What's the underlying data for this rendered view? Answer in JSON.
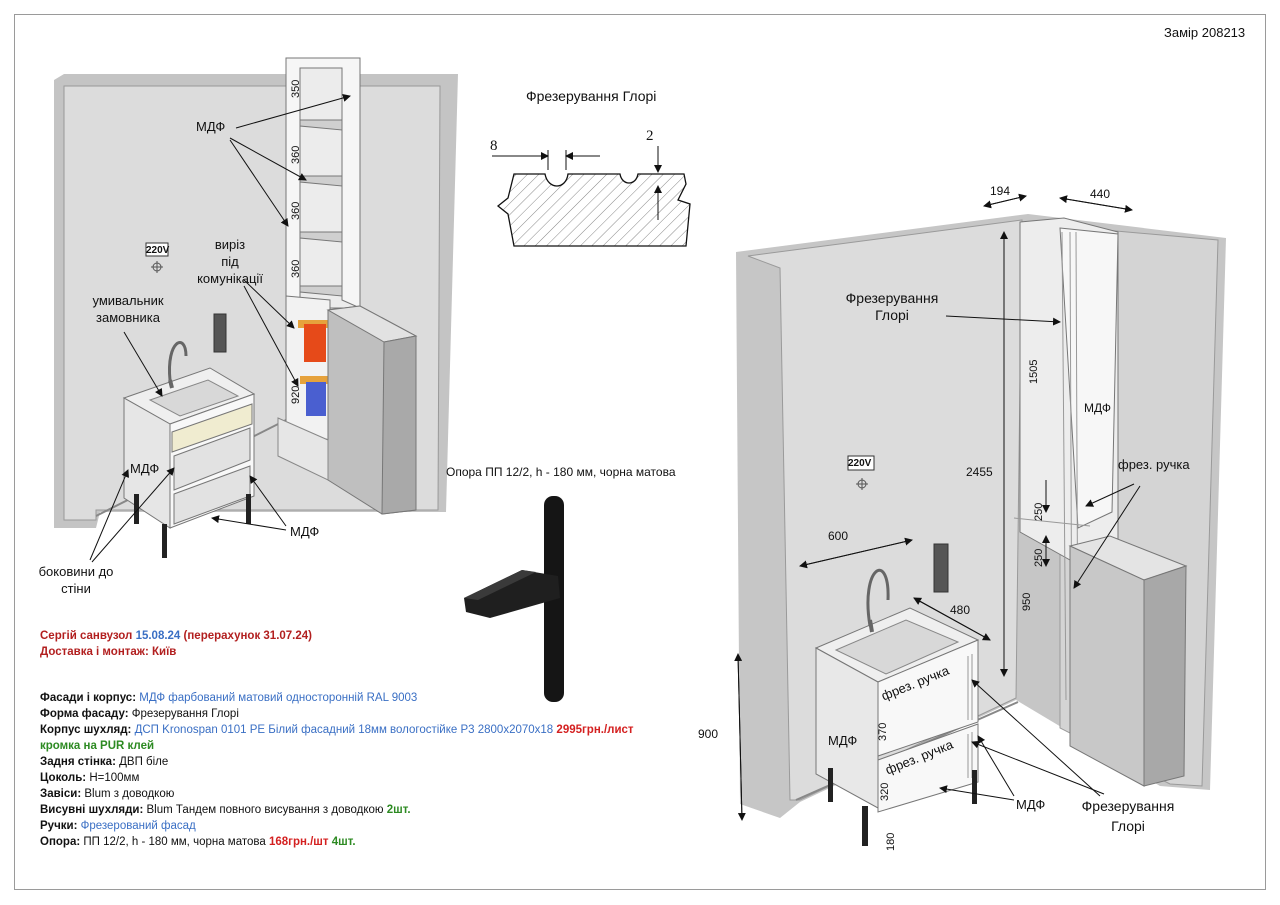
{
  "header": {
    "measure_id": "Замір 208213"
  },
  "left_scene": {
    "mdf_top": "МДФ",
    "cutout": "виріз\nпід\nкомунікації",
    "sink_customer": "умивальник\nзамовника",
    "mdf_side": "МДФ",
    "side_walls": "боковини до\nстіни",
    "mdf_drawers": "МДФ",
    "socket_220": "220V",
    "shelf_dims": [
      "350",
      "360",
      "360",
      "360",
      "920"
    ]
  },
  "profile": {
    "title": "Фрезерування Глорі",
    "dim_width": "8",
    "dim_depth": "2"
  },
  "leg": {
    "caption": "Опора ПП 12/2, h - 180 мм, чорна матова"
  },
  "right_scene": {
    "dim_194": "194",
    "dim_440": "440",
    "milling_label": "Фрезерування\nГлорі",
    "dim_1505": "1505",
    "dim_2455": "2455",
    "mdf_column": "МДФ",
    "handle_label": "фрез. ручка",
    "dim_250_a": "250",
    "dim_250_b": "250",
    "dim_950": "950",
    "dim_600": "600",
    "dim_480": "480",
    "dim_900": "900",
    "mdf_left": "МДФ",
    "drawer1_handle": "фрез. ручка",
    "drawer2_handle": "фрез. ручка",
    "dim_370": "370",
    "dim_320": "320",
    "dim_180": "180",
    "mdf_right": "МДФ",
    "milling_bottom": "Фрезерування\nГлорі",
    "socket_220": "220V"
  },
  "notes": {
    "line1": {
      "who": "Сергій санвузол",
      "date": "15.08.24",
      "recalc": "(перерахунок 31.07.24)"
    },
    "line2": {
      "label": "Доставка і монтаж:",
      "value": "Київ"
    },
    "facades": {
      "label": "Фасади і корпус:",
      "value": "МДФ фарбований матовий односторонній RAL 9003"
    },
    "facade_form": {
      "label": "Форма фасаду:",
      "value": "Фрезерування Глорі"
    },
    "drawer_body": {
      "label": "Корпус шухляд:",
      "value": "ДСП Kronospan 0101 PE Білий фасадний 18мм вологостійке P3 2800х2070х18",
      "price": "2995грн./лист"
    },
    "edge": "кромка на PUR клей",
    "back": {
      "label": "Задня стінка:",
      "value": "ДВП біле"
    },
    "plinth": {
      "label": "Цоколь:",
      "value": "H=100мм"
    },
    "hinges": {
      "label": "Завіси:",
      "value": "Blum з доводкою"
    },
    "slides": {
      "label": "Висувні шухляди:",
      "value": "Blum Тандем повного висування з доводкою",
      "qty": "2шт."
    },
    "handles": {
      "label": "Ручки:",
      "value": "Фрезерований фасад"
    },
    "support": {
      "label": "Опора:",
      "value": "ПП 12/2, h - 180 мм, чорна матова",
      "price": "168грн./шт",
      "qty": "4шт."
    }
  },
  "colors": {
    "wall": "#d9d9d9",
    "wall_dark": "#bdbdbd",
    "accent_blue": "#3a6fc4",
    "accent_red": "#d42020",
    "accent_green": "#2d8a22",
    "box_orange": "#e64a19",
    "box_blue": "#4a5fd0",
    "bracket": "#e6a23c"
  }
}
